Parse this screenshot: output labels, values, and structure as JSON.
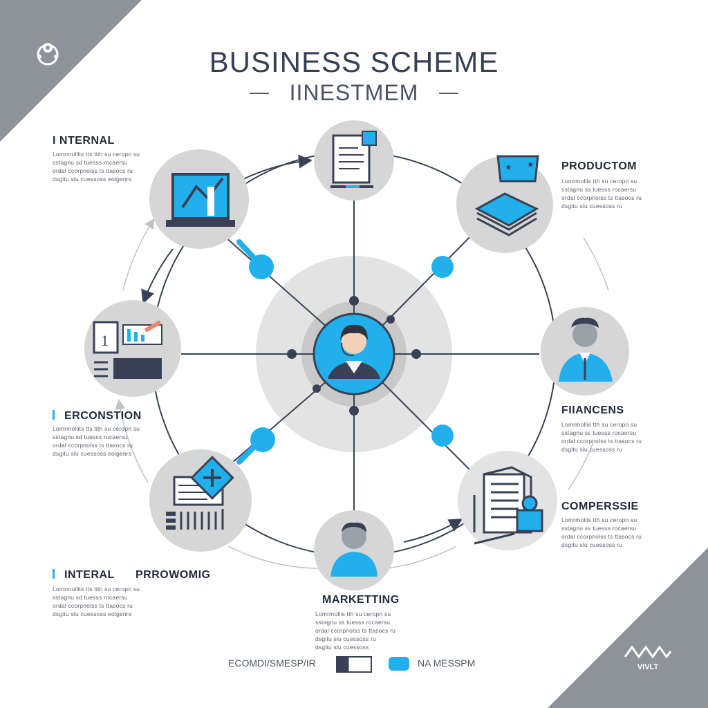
{
  "header": {
    "title": "BUSINESS SCHEME",
    "subtitle": "IINESTMEM"
  },
  "nodes": {
    "internal_top": {
      "label": "I NTERNAL",
      "text": [
        "Lomrmollits tts tith su ceropn su",
        "sstagnu sd tuesss rocaersu",
        "ordal ccorpnolss ts ttasocs ru",
        "dsgitu slu cuessoss eolgenrs"
      ]
    },
    "production": {
      "label": "PRODUCTOM",
      "text": [
        "Lomrmollis tth su ceropn su",
        "sstagnu ss tuesss rocaersu",
        "ordal ccorpnolss ts ttasocs ru",
        "dsgitu slu cuessoss ru"
      ]
    },
    "erconstion": {
      "label": "ERCONSTION",
      "text": [
        "Lomrmollits tts tith su ceropn su",
        "sstagnu sd tuesss rocaersu",
        "ordal ccorpnolss ts ttasocs ru",
        "dsgitu slu cuessoss eolgenrs"
      ]
    },
    "financens": {
      "label": "FIIANCENS",
      "text": [
        "Lomrmollis tth su ceropn su",
        "sstagnu ss tuesss rocaersu",
        "ordal ccorpnolss ts ttasocs ru",
        "dsgitu slu cuessoss ru"
      ]
    },
    "internal_bottom": {
      "label": "INTERAL",
      "label2": "PRROWOMIG",
      "text": [
        "Lomrmollits tts tith su ceropn su",
        "sstagnu sd tuesss rocaersu",
        "ordal ccorpnolss ts ttasocs ru",
        "dsgitu slu cuessoss eolgenrs"
      ]
    },
    "compersie": {
      "label": "COMPERSSIE",
      "text": [
        "Lomrmollis tth su ceropn su",
        "sstagnu ss tuesss rocaersu",
        "ordal ccorpnolss ts ttasocs ru",
        "dsgitu slu cuessoss ru"
      ]
    },
    "marketing": {
      "label": "MARKETTING",
      "text": [
        "Lomrmollis tth su ceropn su",
        "sstagnu ss tuesss rocaersu",
        "ordal ccorpnolss ts ttasocs ru",
        "dsgitu slu cuessoss ru",
        "dsgitu slu cuessoss"
      ]
    }
  },
  "legend": {
    "left_text": "ECOMDI/SMESP/IR",
    "right_text": "NA MESSPM"
  },
  "colors": {
    "accent": "#22b0ec",
    "dark": "#384155",
    "circle": "#dcdcdc",
    "corner": "#8e9399"
  },
  "icons": {
    "center": "person-headset-icon",
    "top": "document-icon",
    "top_left": "laptop-chart-icon",
    "top_right": "product-layers-icon",
    "left": "calendar-chart-icon",
    "right": "businessman-icon",
    "bottom_left": "clipboard-plus-icon",
    "bottom": "person-icon",
    "bottom_right": "building-icon"
  },
  "logos": {
    "bottom_right": "VIVLT"
  }
}
